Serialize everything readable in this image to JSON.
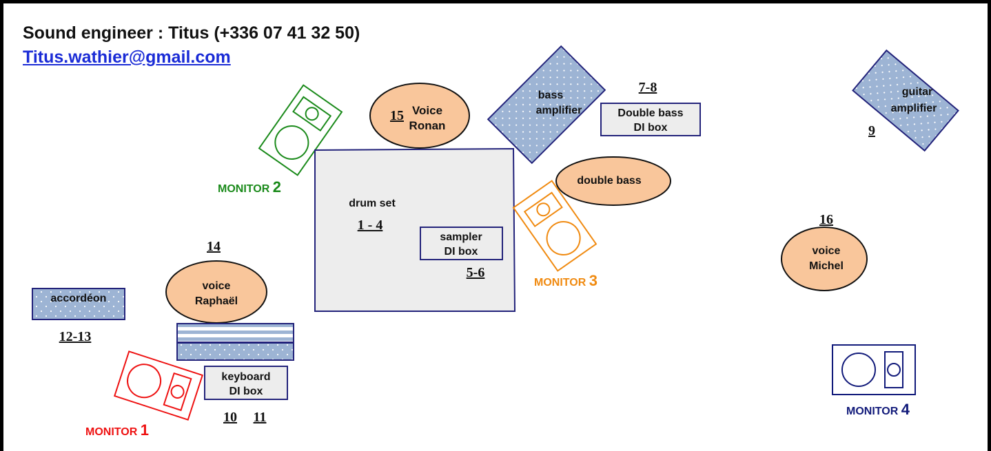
{
  "header": {
    "title": "Sound engineer : Titus (+336 07 41 32 50)",
    "email": "Titus.wathier@gmail.com"
  },
  "colors": {
    "monitor1": "#ee1111",
    "monitor2": "#1a8a1a",
    "monitor3": "#f08a10",
    "monitor4": "#111a7a",
    "person_fill": "#f9c69b",
    "box_fill": "#ededed",
    "box_stroke": "#22227a",
    "amp_fill": "#9db4d4"
  },
  "stage": {
    "voice_ronan": {
      "number": "15",
      "line1": "Voice",
      "line2": "Ronan"
    },
    "bass_amplifier": {
      "line1": "bass",
      "line2": "amplifier"
    },
    "double_bass_di": {
      "number": "7-8",
      "line1": "Double bass",
      "line2": "DI box"
    },
    "guitar_amplifier": {
      "line1": "guitar",
      "line2": "amplifier",
      "number": "9"
    },
    "monitor2": {
      "label": "MONITOR ",
      "num": "2"
    },
    "double_bass": {
      "label": "double bass"
    },
    "drum_set": {
      "label": "drum set",
      "number": "1 - 4"
    },
    "sampler_di": {
      "line1": "sampler",
      "line2": "DI box",
      "number": "5-6"
    },
    "monitor3": {
      "label": "MONITOR ",
      "num": "3"
    },
    "voice_michel": {
      "number": "16",
      "line1": "voice",
      "line2": "Michel"
    },
    "voice_raphael": {
      "number": "14",
      "line1": "voice",
      "line2": "Raphaël"
    },
    "accordeon": {
      "label": "accordéon",
      "number": "12-13"
    },
    "keyboard_di": {
      "line1": "keyboard",
      "line2": "DI box",
      "number_a": "10",
      "number_b": "11"
    },
    "monitor1": {
      "label": "MONITOR ",
      "num": "1"
    },
    "monitor4": {
      "label": "MONITOR ",
      "num": "4"
    }
  }
}
